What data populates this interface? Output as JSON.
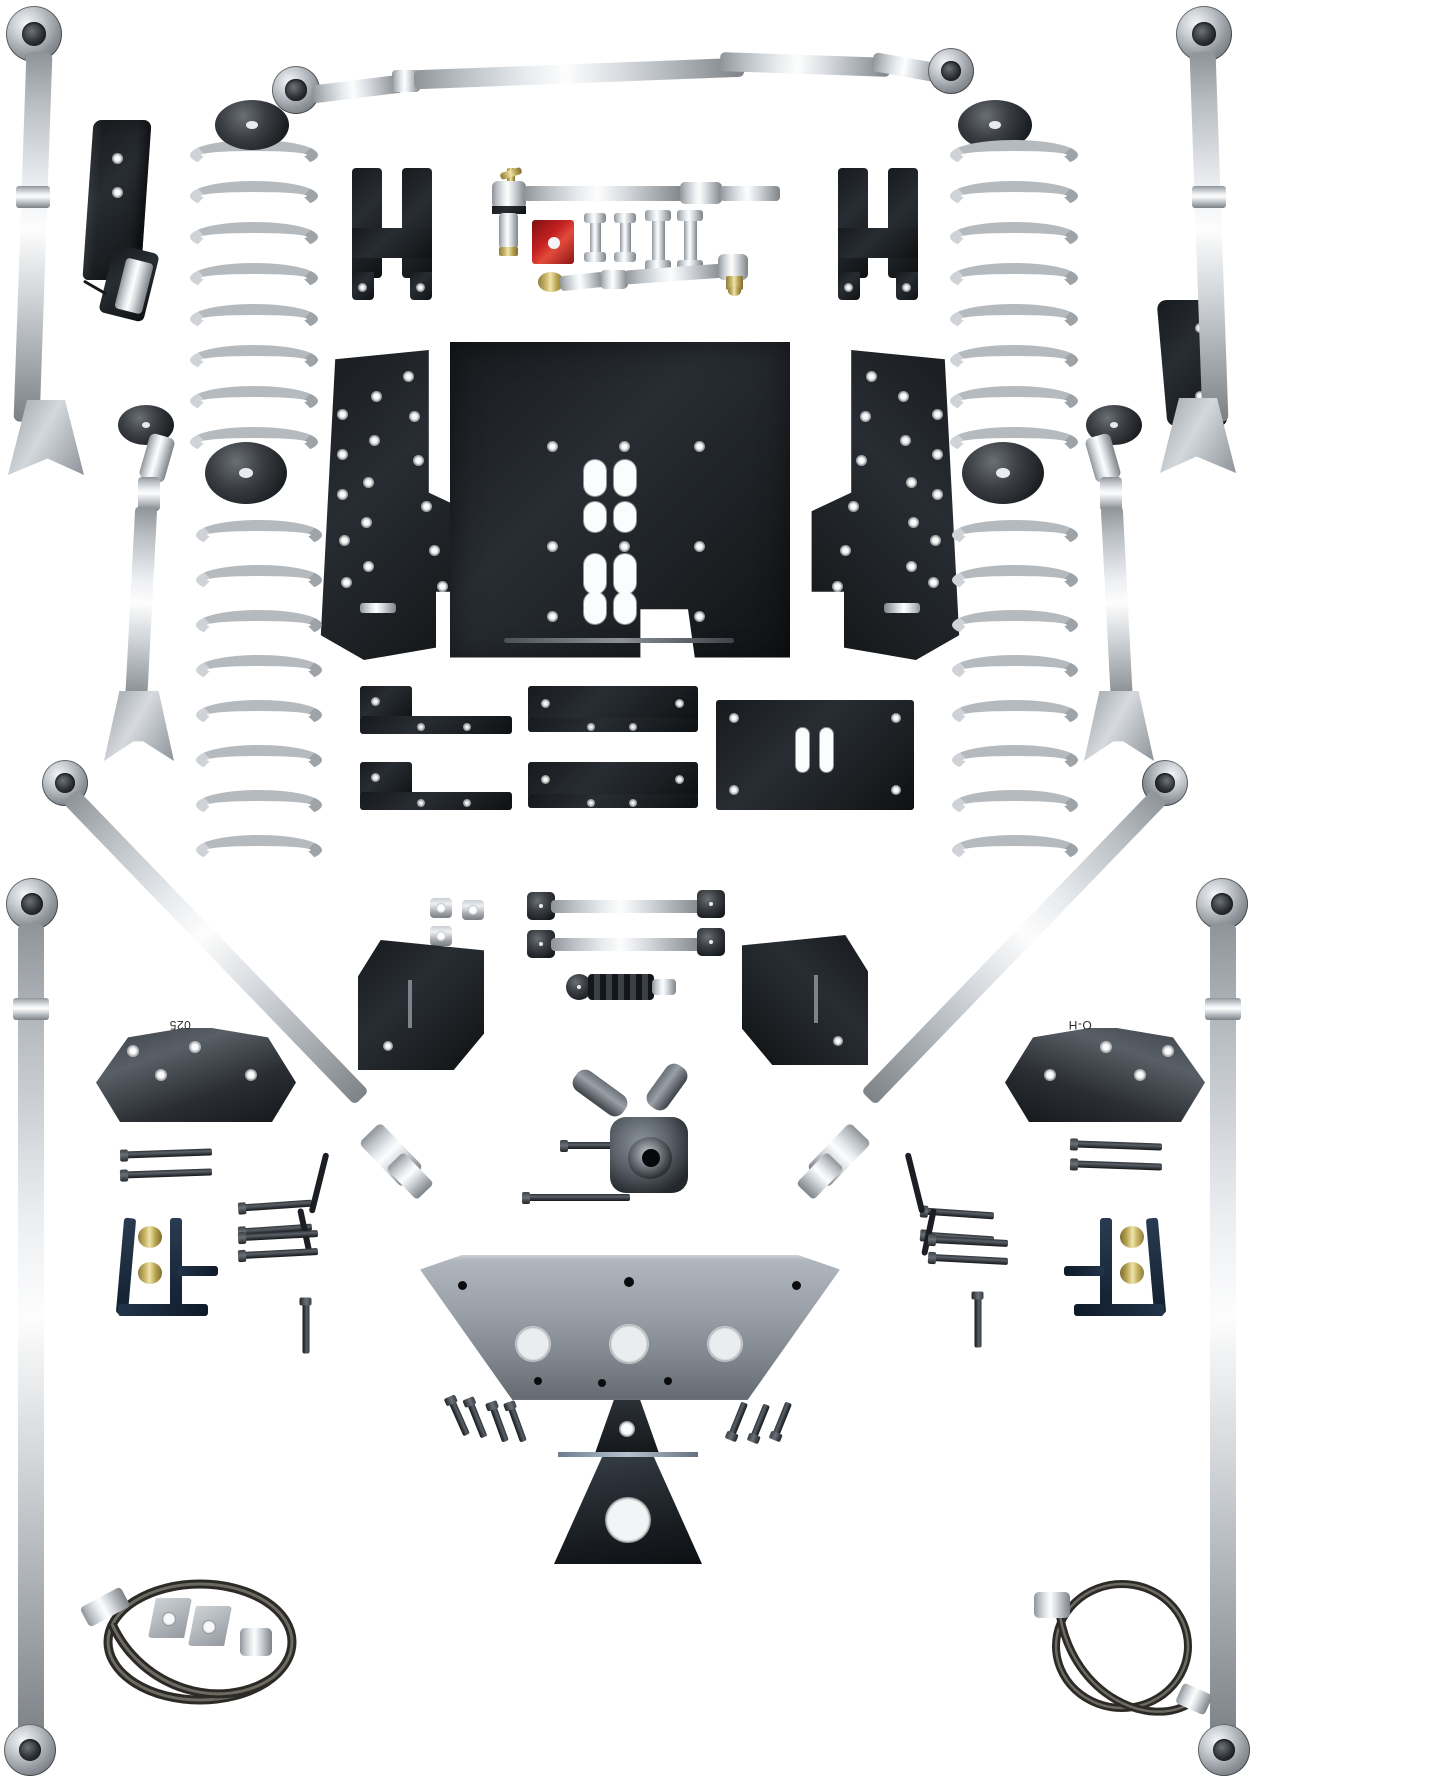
{
  "photo": {
    "title": "Jeep Long Arm Suspension Lift Kit — Component Layout",
    "background_color": "#ffffff",
    "palette": {
      "steel": "#c9ced3",
      "black_powdercoat": "#1b1e21",
      "red_anodized": "#c42020",
      "gold_zinc": "#cbb86a",
      "grey_cast": "#8d949c"
    }
  },
  "markings": [
    {
      "name": "left-caliper-bracket-stamp",
      "text": "025",
      "orientation": "upside-down"
    },
    {
      "name": "right-caliper-bracket-stamp",
      "text": "O-H",
      "orientation": "upside-down"
    }
  ],
  "components": {
    "control_arms": [
      {
        "id": "front-left-upper-long-arm",
        "label": "Long Control Arm",
        "finish": "steel"
      },
      {
        "id": "front-right-upper-long-arm",
        "label": "Long Control Arm",
        "finish": "steel"
      },
      {
        "id": "rear-left-lower-long-arm",
        "label": "Long Control Arm",
        "finish": "steel"
      },
      {
        "id": "rear-right-lower-long-arm",
        "label": "Long Control Arm",
        "finish": "steel"
      },
      {
        "id": "left-diagonal-arm",
        "label": "Adjustable Control Arm",
        "finish": "steel"
      },
      {
        "id": "right-diagonal-arm",
        "label": "Adjustable Control Arm",
        "finish": "steel"
      },
      {
        "id": "left-short-upper-arm",
        "label": "Short Upper Arm",
        "finish": "steel"
      },
      {
        "id": "right-short-upper-arm",
        "label": "Short Upper Arm",
        "finish": "steel"
      }
    ],
    "coil_springs": [
      {
        "id": "front-left-coil-spring",
        "label": "Coil Spring",
        "coils": 8
      },
      {
        "id": "front-right-coil-spring",
        "label": "Coil Spring",
        "coils": 8
      },
      {
        "id": "rear-left-coil-spring",
        "label": "Coil Spring",
        "coils": 8
      },
      {
        "id": "rear-right-coil-spring",
        "label": "Coil Spring",
        "coils": 8
      }
    ],
    "track_bar": {
      "id": "front-track-bar",
      "label": "Adjustable Track Bar",
      "finish": "steel"
    },
    "steering": {
      "id": "steering-linkage-group",
      "label": "Drag Link & Tie Rod Assembly",
      "parts": [
        "tie-rod-end",
        "drag-link",
        "red-clamp",
        "jam-nuts",
        "sleeve-adjusters",
        "heim-joint"
      ]
    },
    "skid_plates": [
      {
        "id": "main-belly-skid-plate",
        "label": "Belly Skid Plate",
        "finish": "black"
      },
      {
        "id": "left-frame-bracket",
        "label": "Frame Mounting Bracket",
        "finish": "black"
      },
      {
        "id": "right-frame-bracket",
        "label": "Frame Mounting Bracket",
        "finish": "black"
      },
      {
        "id": "transmission-crossmember",
        "label": "Transmission Crossmember",
        "finish": "grey"
      },
      {
        "id": "transfer-case-drop-plate",
        "label": "Transfer Case Drop Plate",
        "finish": "black"
      }
    ],
    "brackets": [
      {
        "id": "left-shock-relocation-bracket",
        "label": "Shock Relocation Bracket"
      },
      {
        "id": "right-shock-relocation-bracket",
        "label": "Shock Relocation Bracket"
      },
      {
        "id": "left-spring-retainer",
        "label": "Spring Retainer"
      },
      {
        "id": "right-spring-retainer",
        "label": "Spring Retainer"
      },
      {
        "id": "left-caliper-bracket",
        "label": "Caliper / Axle Bracket"
      },
      {
        "id": "right-caliper-bracket",
        "label": "Caliper / Axle Bracket"
      },
      {
        "id": "left-sway-bar-bracket",
        "label": "Sway Bar Drop Bracket"
      },
      {
        "id": "right-sway-bar-bracket",
        "label": "Sway Bar Drop Bracket"
      },
      {
        "id": "triangle-mount-bracket",
        "label": "Triangular Mount Bracket"
      }
    ],
    "bump_stops": [
      {
        "id": "front-left-bump-stop-puck",
        "label": "Bump Stop Puck"
      },
      {
        "id": "front-right-bump-stop-puck",
        "label": "Bump Stop Puck"
      },
      {
        "id": "rear-left-bump-stop-puck",
        "label": "Bump Stop Puck"
      },
      {
        "id": "rear-right-bump-stop-puck",
        "label": "Bump Stop Puck"
      },
      {
        "id": "center-bump-stop-extension",
        "label": "Bump Stop Extension"
      }
    ],
    "sway_bar_links": [
      {
        "id": "sway-bar-link-upper",
        "label": "Sway Bar End Link"
      },
      {
        "id": "sway-bar-link-lower",
        "label": "Sway Bar End Link"
      }
    ],
    "brake_lines": [
      {
        "id": "left-brake-line-kit",
        "label": "Extended Brake Line"
      },
      {
        "id": "right-brake-line-kit",
        "label": "Extended Brake Line"
      }
    ],
    "driveshaft": {
      "id": "transfer-case-yoke",
      "label": "Slip Yoke Eliminator / CV Yoke"
    },
    "hardware": [
      {
        "id": "hardware-bolts-left-upper",
        "label": "Bolt Pack",
        "count": 2
      },
      {
        "id": "hardware-bolts-left-mid",
        "label": "Bolt Pack",
        "count": 2
      },
      {
        "id": "hardware-bolts-right-upper",
        "label": "Bolt Pack",
        "count": 2
      },
      {
        "id": "hardware-bolts-right-mid",
        "label": "Bolt Pack",
        "count": 2
      },
      {
        "id": "hardware-bolts-center",
        "label": "Bolt Pack",
        "count": 2
      },
      {
        "id": "hardware-screws-left",
        "label": "Screw Pack",
        "count": 4
      },
      {
        "id": "hardware-screws-right",
        "label": "Screw Pack",
        "count": 3
      },
      {
        "id": "hardware-nuts-center",
        "label": "Nut Pack",
        "count": 3
      }
    ]
  }
}
